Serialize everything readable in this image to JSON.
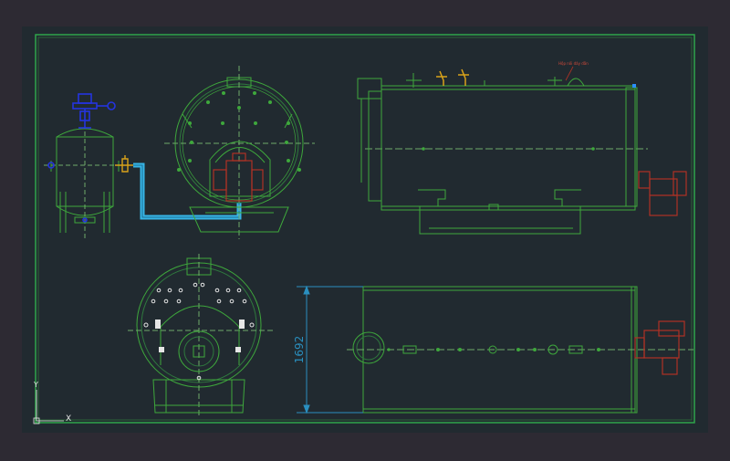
{
  "drawing": {
    "dimension_label": "1692",
    "callout_label": "Hộp nối dây dẫn",
    "ucs": {
      "x_axis": "X",
      "y_axis": "Y"
    }
  },
  "colors": {
    "background": "#2d2a33",
    "paper": "#212a30",
    "frame": "#2fa44a",
    "line": "#3ea83c",
    "dim": "#2a8fbf",
    "pipe": "#37b5e6",
    "burner": "#b03225",
    "valve_blue": "#2434e0",
    "valve_yellow": "#d9a21a",
    "white": "#e6e6e6"
  },
  "views": [
    "tank-side-view",
    "boiler-front-view",
    "boiler-side-elevation",
    "boiler-rear-view",
    "boiler-plan-view"
  ]
}
